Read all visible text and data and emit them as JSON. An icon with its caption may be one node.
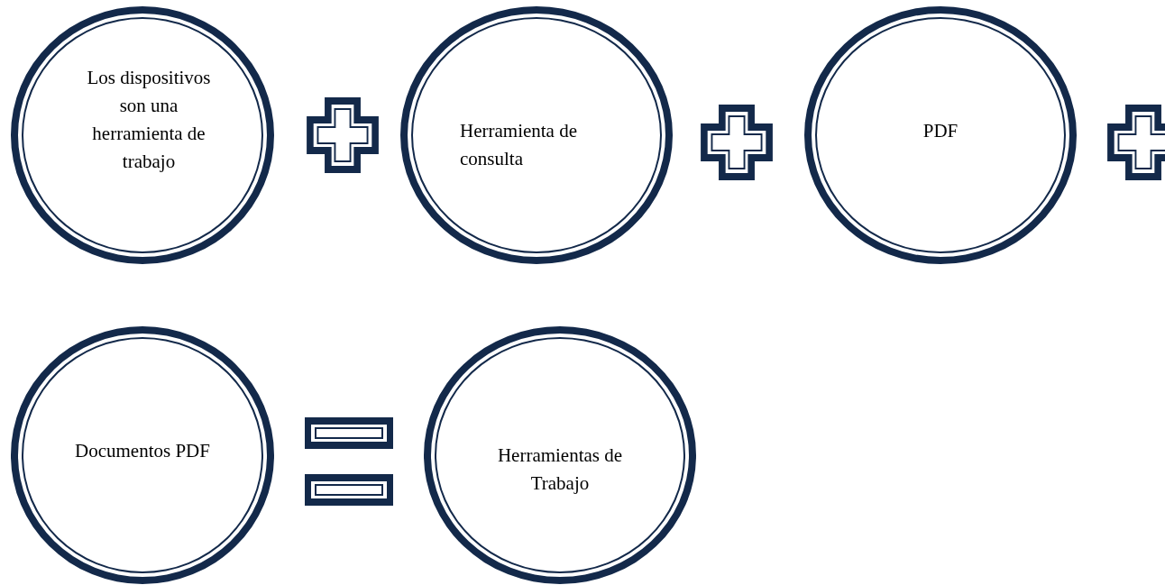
{
  "diagram": {
    "nodes": [
      {
        "text": [
          "Los dispositivos son una herramienta de trabajo"
        ]
      },
      {
        "text": [
          "Herramienta de consulta"
        ]
      },
      {
        "text": [
          "PDF"
        ]
      },
      {
        "text": [
          "Documentos PDF"
        ]
      },
      {
        "text": [
          "Herramientas de Trabajo"
        ]
      }
    ]
  }
}
